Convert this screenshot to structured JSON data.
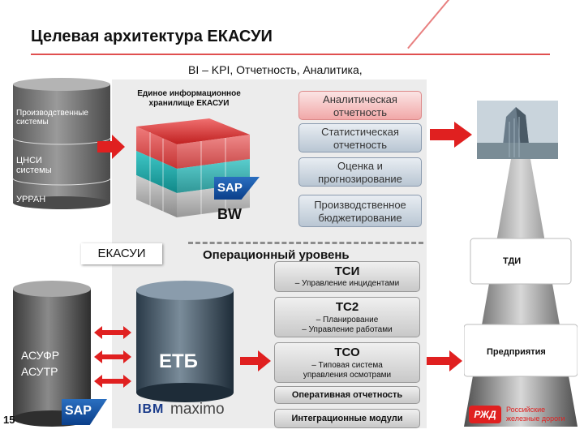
{
  "title": "Целевая архитектура ЕКАСУИ",
  "bi_header": "BI – KPI, Отчетность, Аналитика,",
  "left_cylinder": {
    "label1": "Производственные системы",
    "label2": "ЦНСИ системы",
    "label3": "УРРАН"
  },
  "warehouse_label": "Единое информационное хранилище ЕКАСУИ",
  "sap_bw": {
    "logo": "SAP",
    "label": "BW"
  },
  "bi_boxes": [
    {
      "label": "Аналитическая отчетность"
    },
    {
      "label": "Статистическая отчетность"
    },
    {
      "label": "Оценка и прогнозирование"
    },
    {
      "label": "Производственное бюджетирование"
    }
  ],
  "ekasui_label": "ЕКАСУИ",
  "operational_level": "Операционный уровень",
  "tsi": {
    "title": "ТСИ",
    "subtitle": "– Управление инцидентами"
  },
  "ts2": {
    "title": "ТС2",
    "subtitle": "– Планирование\n– Управление работами"
  },
  "tso": {
    "title": "ТСО",
    "subtitle": "– Типовая система\nуправления осмотрами"
  },
  "op_reporting": "Оперативная отчетность",
  "integration": "Интеграционные модули",
  "asu_cylinder": "АСУФР АСУТР",
  "etb_cylinder": "ЕТБ",
  "page_number": "15",
  "sap_logo_bottom": "SAP",
  "ibm_logo": "IBM",
  "maximo_logo": "maximo",
  "pyramid": {
    "tdi": "ТДИ",
    "enterprises": "Предприятия"
  },
  "rzd_logo_mark": "РЖД",
  "rzd_name": "Российские железные дороги",
  "colors": {
    "accent_red": "#e02020",
    "steel_blue": "#b9c6d3",
    "pink": "#f1a8a8"
  }
}
